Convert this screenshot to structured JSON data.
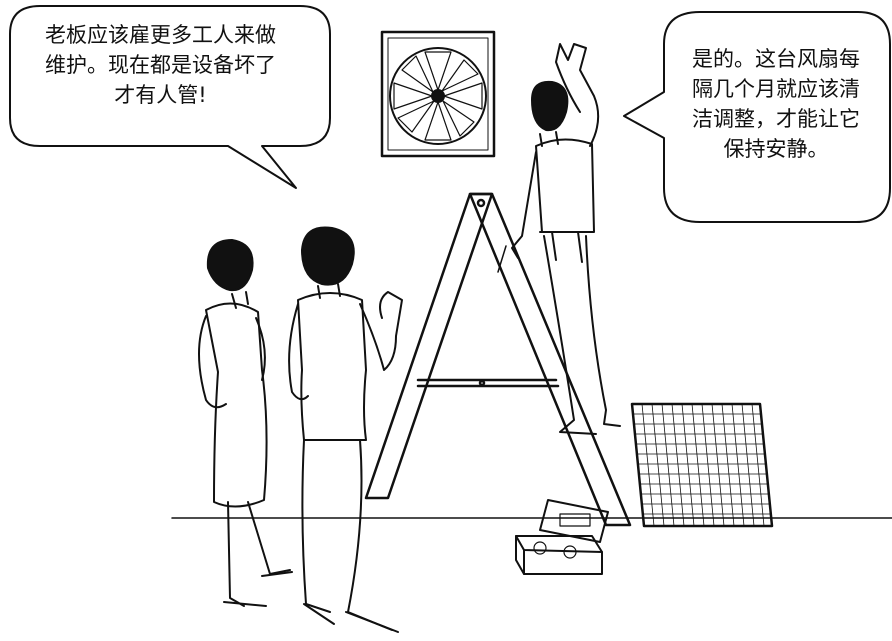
{
  "speech_left": {
    "lines": [
      "老板应该雇更多工人来做",
      "维护。现在都是设备坏了",
      "才有人管!"
    ]
  },
  "speech_right": {
    "lines": [
      "是的。这台风扇每",
      "隔几个月就应该清",
      "洁调整，才能让它",
      "保持安静。"
    ]
  }
}
